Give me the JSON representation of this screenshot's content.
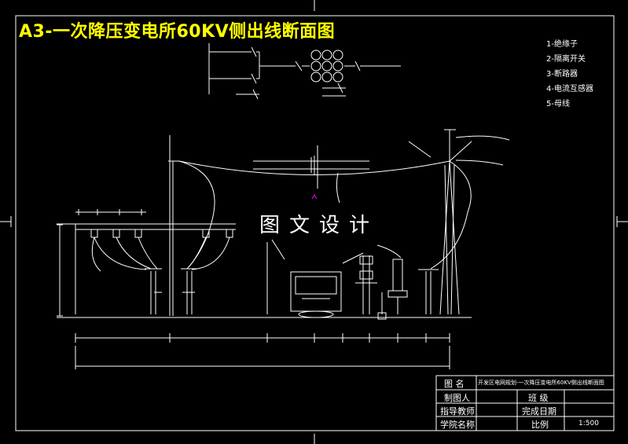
{
  "title": "A3-一次降压变电所60KV侧出线断面图",
  "watermark": "图文设计",
  "legend": [
    "1-绝缘子",
    "2-隔离开关",
    "3-断路器",
    "4-电流互感器",
    "5-母线"
  ],
  "title_block": {
    "r1_label": "图  名",
    "r1_value": "开发区电网规划-一次降压变电所60KV侧出线断面图",
    "r2_label": "制图人",
    "r2_mid": "班  级",
    "r3_label": "指导教师",
    "r3_mid": "完成日期",
    "r4_label": "学院名称",
    "r4_mid": "比例",
    "r4_value": "1:500"
  },
  "colors": {
    "background": "#000000",
    "lines": "#ffffff",
    "title": "#ffff00",
    "marker": "#ff00ff"
  }
}
